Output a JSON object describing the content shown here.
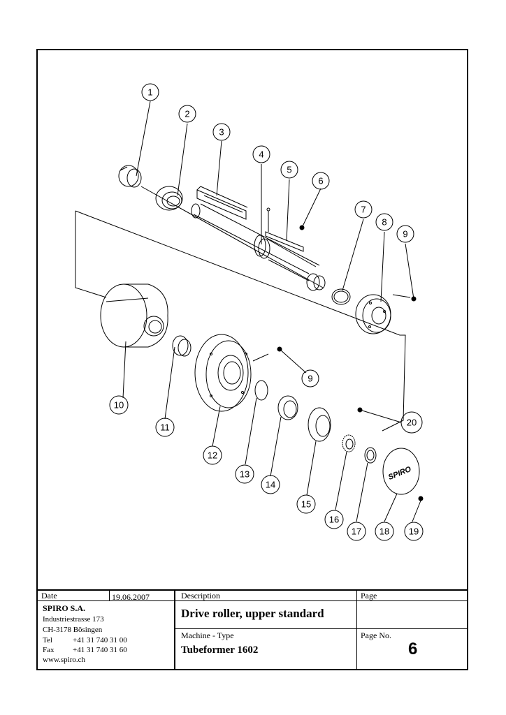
{
  "drawing": {
    "callouts": [
      "1",
      "2",
      "3",
      "4",
      "5",
      "6",
      "7",
      "8",
      "9",
      "9",
      "10",
      "11",
      "12",
      "13",
      "14",
      "15",
      "16",
      "17",
      "18",
      "19",
      "20"
    ],
    "cover_logo": "SPIRO"
  },
  "title_block": {
    "date_label": "Date",
    "date_value": "19.06.2007",
    "description_label": "Description",
    "page_label": "Page",
    "company": "SPIRO S.A.",
    "address_line1": "Industriestrasse 173",
    "address_line2": "CH-3178 Bösingen",
    "tel_label": "Tel",
    "tel_value": "+41 31 740 31 00",
    "fax_label": "Fax",
    "fax_value": "+41 31 740 31 60",
    "web": "www.spiro.ch",
    "description_value": "Drive roller, upper standard",
    "machine_type_label": "Machine - Type",
    "machine_type_value": "Tubeformer 1602",
    "page_no_label": "Page No.",
    "page_no_value": "6"
  }
}
